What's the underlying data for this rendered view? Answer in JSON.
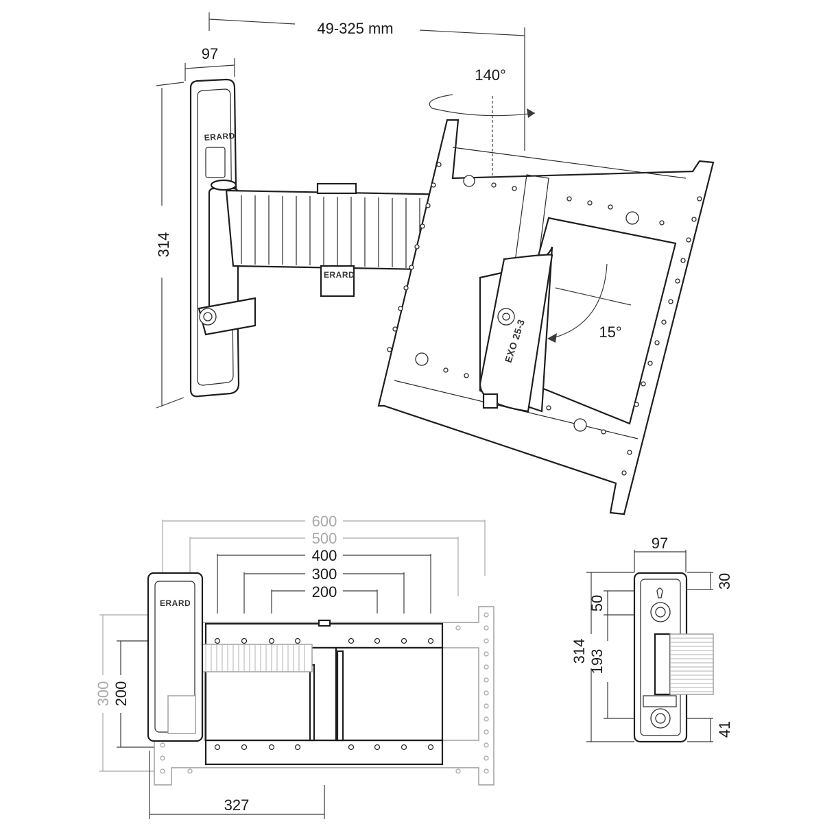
{
  "iso_view": {
    "width_range": "49-325 mm",
    "plate_width": "97",
    "height": "314",
    "swivel_angle": "140°",
    "tilt_angle": "15°",
    "brand_plate": "ERARD",
    "brand_arm": "ERARD",
    "model_text": "EXO 25-3"
  },
  "front_view": {
    "width_600": "600",
    "width_500": "500",
    "width_400": "400",
    "width_300": "300",
    "width_200": "200",
    "height_300": "300",
    "height_200": "200",
    "depth_327": "327",
    "brand": "ERARD"
  },
  "side_view": {
    "width": "97",
    "total_height": "314",
    "top_offset": "30",
    "upper_hole": "50",
    "hole_spacing": "193",
    "bottom_offset": "41"
  }
}
